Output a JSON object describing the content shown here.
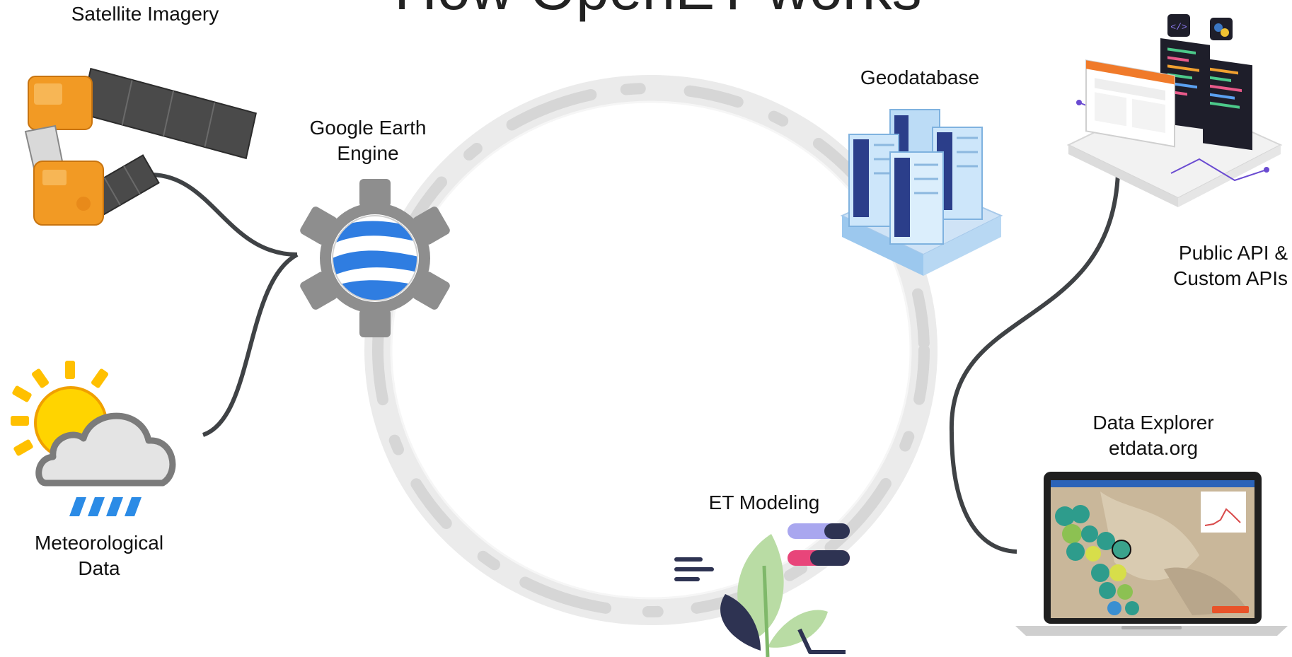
{
  "title": "How OpenET works",
  "nodes": {
    "satellite": {
      "label": "Satellite Imagery"
    },
    "gee": {
      "label_line1": "Google Earth",
      "label_line2": "Engine"
    },
    "geodatabase": {
      "label": "Geodatabase"
    },
    "api": {
      "label_line1": "Public API &",
      "label_line2": "Custom APIs",
      "tag_code": "</>"
    },
    "meteorological": {
      "label_line1": "Meteorological",
      "label_line2": "Data"
    },
    "et_modeling": {
      "label": "ET Modeling"
    },
    "data_explorer": {
      "label_line1": "Data Explorer",
      "label_line2": "etdata.org"
    }
  },
  "colors": {
    "ring": "#ececec",
    "ring_dash": "#d9d9d9",
    "connector": "#3f4245",
    "gear": "#8e8e8e",
    "globe_blue": "#2f7de1",
    "server_blue": "#9cc8ee",
    "satellite_orange": "#f29a24",
    "sun_yellow": "#ffd400",
    "rain_blue": "#2b8be6",
    "leaf_green": "#b9dca4",
    "pill_lavender": "#a9a7ef",
    "pill_pink": "#e8457a",
    "pill_navy": "#2e3352"
  }
}
